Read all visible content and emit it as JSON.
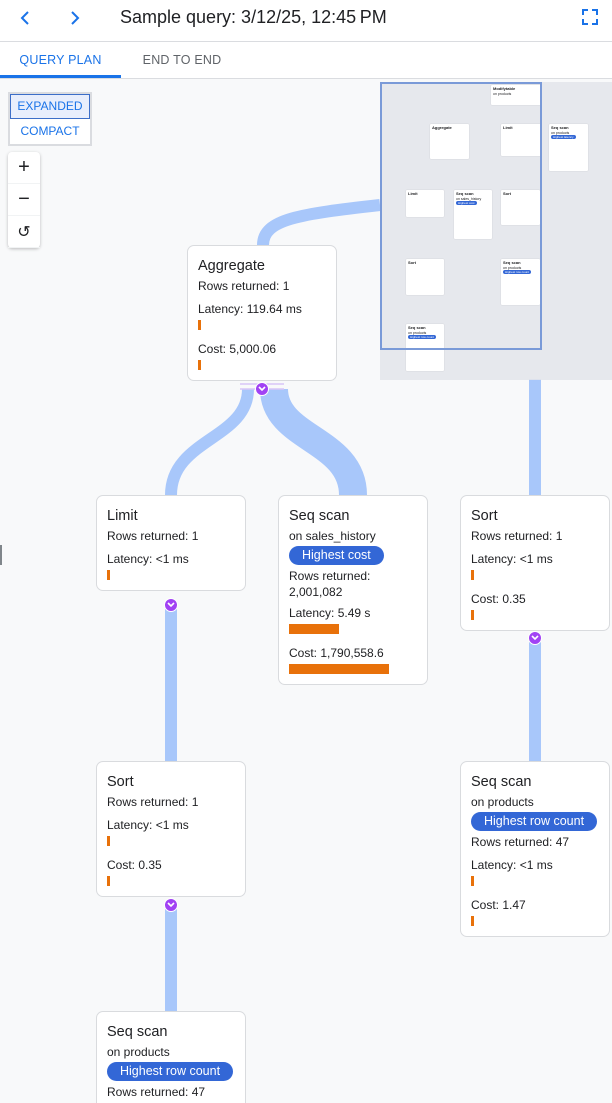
{
  "header": {
    "title": "Sample query: 3/12/25, 12:45 PM",
    "back_icon": "chevron-left-icon",
    "forward_icon": "chevron-right-icon",
    "fullscreen_icon": "fullscreen-icon"
  },
  "tabs": [
    {
      "label": "QUERY PLAN",
      "active": true
    },
    {
      "label": "END TO END",
      "active": false
    }
  ],
  "view_toggle": {
    "options": [
      "EXPANDED",
      "COMPACT"
    ],
    "selected": "EXPANDED"
  },
  "zoom_controls": {
    "zoom_in": "+",
    "zoom_out": "−",
    "reset": "↺"
  },
  "colors": {
    "accent": "#1a73e8",
    "badge": "#3367d6",
    "bar": "#e8710a",
    "edge": "#a8c7fa",
    "connector": "#a142f4"
  },
  "nodes": [
    {
      "id": "aggregate",
      "title": "Aggregate",
      "rows": "Rows returned: 1",
      "latency": "Latency: 119.64 ms",
      "latency_fraction": 0.02,
      "cost": "Cost: 5,000.06",
      "cost_fraction": 0.003
    },
    {
      "id": "limit",
      "title": "Limit",
      "rows": "Rows returned: 1",
      "latency": "Latency: <1 ms",
      "latency_fraction": 0.0
    },
    {
      "id": "seqscan-sales",
      "title": "Seq scan",
      "on": "on sales_history",
      "badge": "Highest cost",
      "rows_label": "Rows returned:",
      "rows_value": "2,001,082",
      "latency": "Latency: 5.49 s",
      "latency_fraction": 0.5,
      "cost": "Cost: 1,790,558.6",
      "cost_fraction": 1.0
    },
    {
      "id": "sort-right",
      "title": "Sort",
      "rows": "Rows returned: 1",
      "latency": "Latency: <1 ms",
      "latency_fraction": 0.0,
      "cost": "Cost: 0.35",
      "cost_fraction": 0.0
    },
    {
      "id": "sort-left",
      "title": "Sort",
      "rows": "Rows returned: 1",
      "latency": "Latency: <1 ms",
      "latency_fraction": 0.0,
      "cost": "Cost: 0.35",
      "cost_fraction": 0.0
    },
    {
      "id": "seqscan-products-right",
      "title": "Seq scan",
      "on": "on products",
      "badge": "Highest row count",
      "rows": "Rows returned: 47",
      "latency": "Latency: <1 ms",
      "latency_fraction": 0.0,
      "cost": "Cost: 1.47",
      "cost_fraction": 0.0
    },
    {
      "id": "seqscan-products-left",
      "title": "Seq scan",
      "on": "on products",
      "badge": "Highest row count",
      "rows": "Rows returned: 47"
    }
  ],
  "minimap": {
    "nodes": [
      {
        "title": "Modifytable",
        "on": "on products"
      },
      {
        "title": "Aggregate"
      },
      {
        "title": "Limit"
      },
      {
        "title": "Seq scan",
        "on": "on products",
        "badge": "Highest latency"
      },
      {
        "title": "Limit"
      },
      {
        "title": "Seq scan",
        "on": "on sales_history",
        "badge": "Highest cost"
      },
      {
        "title": "Sort"
      },
      {
        "title": "Sort"
      },
      {
        "title": "Seq scan",
        "on": "on products",
        "badge": "Highest row count"
      },
      {
        "title": "Seq scan",
        "on": "on products",
        "badge": "Highest row count"
      }
    ]
  }
}
